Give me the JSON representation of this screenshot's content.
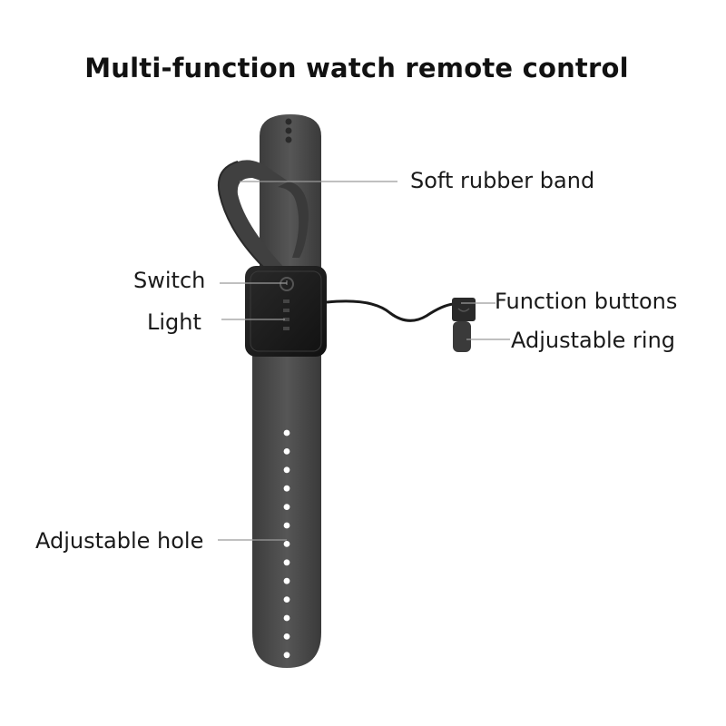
{
  "title": "Multi-function watch remote control",
  "labels": {
    "soft_rubber_band": "Soft rubber band",
    "switch": "Switch",
    "light": "Light",
    "function_buttons": "Function buttons",
    "adjustable_ring": "Adjustable ring",
    "adjustable_hole": "Adjustable hole"
  },
  "colors": {
    "band": "#4a4a4a",
    "module": "#1c1c1c",
    "leader_line": "#9a9a9a",
    "background": "#ffffff"
  },
  "band_holes_count": 13
}
